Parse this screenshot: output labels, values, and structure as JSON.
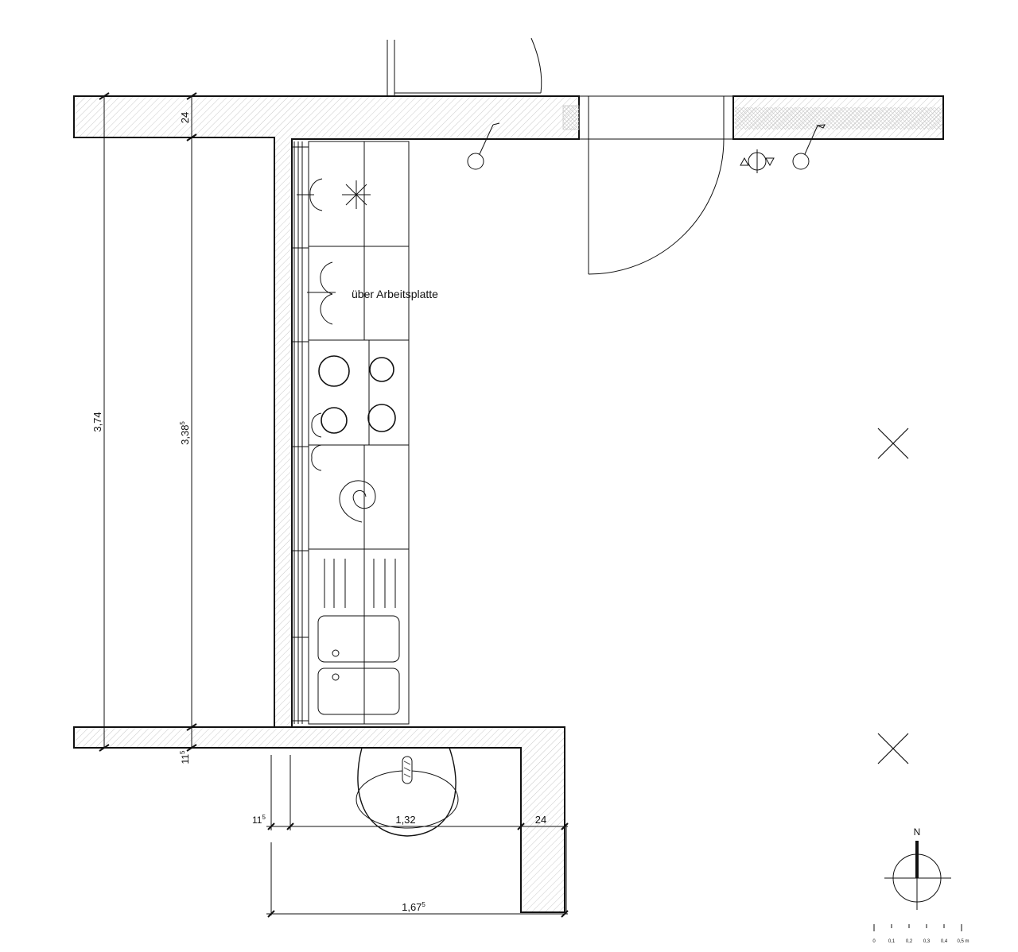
{
  "annotations": {
    "countertop_label": "über Arbeitsplatte"
  },
  "dimensions": {
    "total_height": "3,74",
    "inner_height": "3,38",
    "inner_height_sup": "5",
    "top_wall": "24",
    "bottom_wall": "11",
    "bottom_wall_sup": "5",
    "left_wall_small": "11",
    "left_wall_small_sup": "5",
    "niche_width": "1,32",
    "right_wall": "24",
    "total_width": "1,67",
    "total_width_sup": "5"
  },
  "compass": {
    "north_label": "N"
  },
  "scale_bar": {
    "labels": [
      "0",
      "0,1",
      "0,2",
      "0,3",
      "0,4",
      "0,5 m"
    ]
  }
}
